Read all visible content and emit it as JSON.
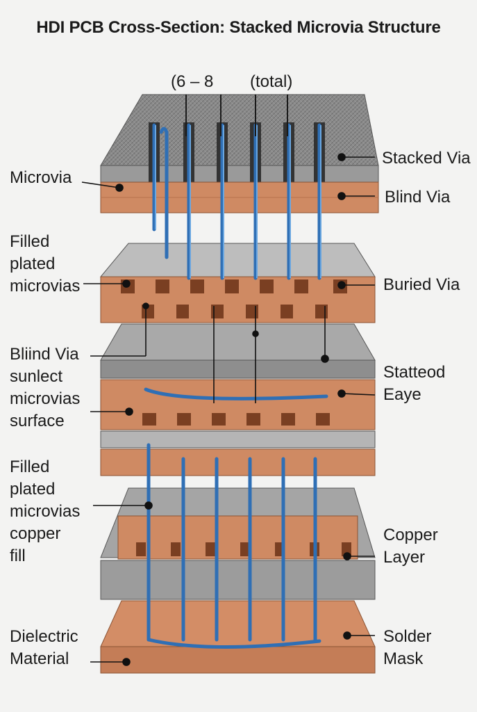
{
  "title": "HDI PCB Cross-Section: Stacked Microvia Structure",
  "top_notes": [
    "(6 – 8",
    "(total)"
  ],
  "labels_left": [
    "Microvia",
    "Filled\nplated\nmicrovias",
    "Bliind Via\nsunlect\nmicrovias\nsurface",
    "Filled\nplated\nmicrovias\ncopper\nfill",
    "Dielectric\nMaterial"
  ],
  "labels_right": [
    "Stacked Via",
    "Blind Via",
    "Buried Via",
    "Statteod\nEaye",
    "Copper\nLayer",
    "Solder\nMask"
  ],
  "colors": {
    "copper": "#cf8a63",
    "copper_dark": "#b7714c",
    "dielectric": "#b9b9b9",
    "dielectric_dark": "#8e8e8e",
    "via": "#2f6fb5",
    "via_light": "#5b9ad8"
  }
}
